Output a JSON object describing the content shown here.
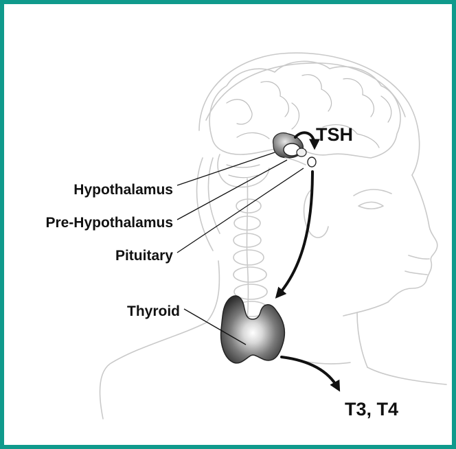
{
  "colors": {
    "frame": "#109a8c",
    "outline": "#c9c9c9",
    "ink": "#111111",
    "gland_dark": "#333333",
    "gland_mid": "#8a8a8a",
    "gland_light": "#f2f2f2"
  },
  "labels": {
    "tsh": "TSH",
    "hypothalamus": "Hypothalamus",
    "pre_hypothalamus": "Pre-Hypothalamus",
    "pituitary": "Pituitary",
    "thyroid": "Thyroid",
    "t3_t4": "T3, T4"
  }
}
